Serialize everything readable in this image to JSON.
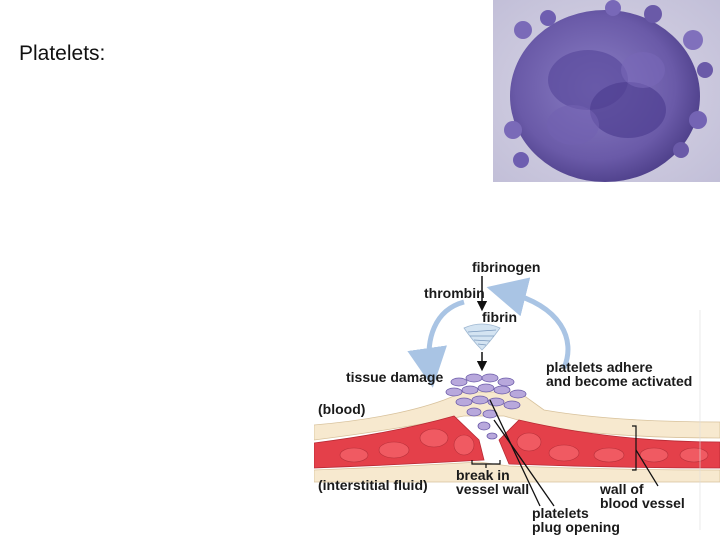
{
  "slide": {
    "title": "Platelets:"
  },
  "micrograph": {
    "icon": "megakaryocyte-micrograph"
  },
  "diagram": {
    "labels": {
      "fibrinogen": "fibrinogen",
      "thrombin": "thrombin",
      "fibrin": "fibrin",
      "tissue_damage": "tissue damage",
      "platelets_adhere_line1": "platelets adhere",
      "platelets_adhere_line2": "and become activated",
      "blood": "(blood)",
      "interstitial_fluid": "(interstitial fluid)",
      "break_line1": "break in",
      "break_line2": "vessel wall",
      "wall_line1": "wall of",
      "wall_line2": "blood vessel",
      "plug_line1": "platelets",
      "plug_line2": "plug opening"
    },
    "colors": {
      "cycle_arrow": "#a9c4e4",
      "muscle_red": "#e4404a",
      "platelet_purple": "#9a84c2",
      "vessel_cream": "#f7e9cf"
    }
  }
}
